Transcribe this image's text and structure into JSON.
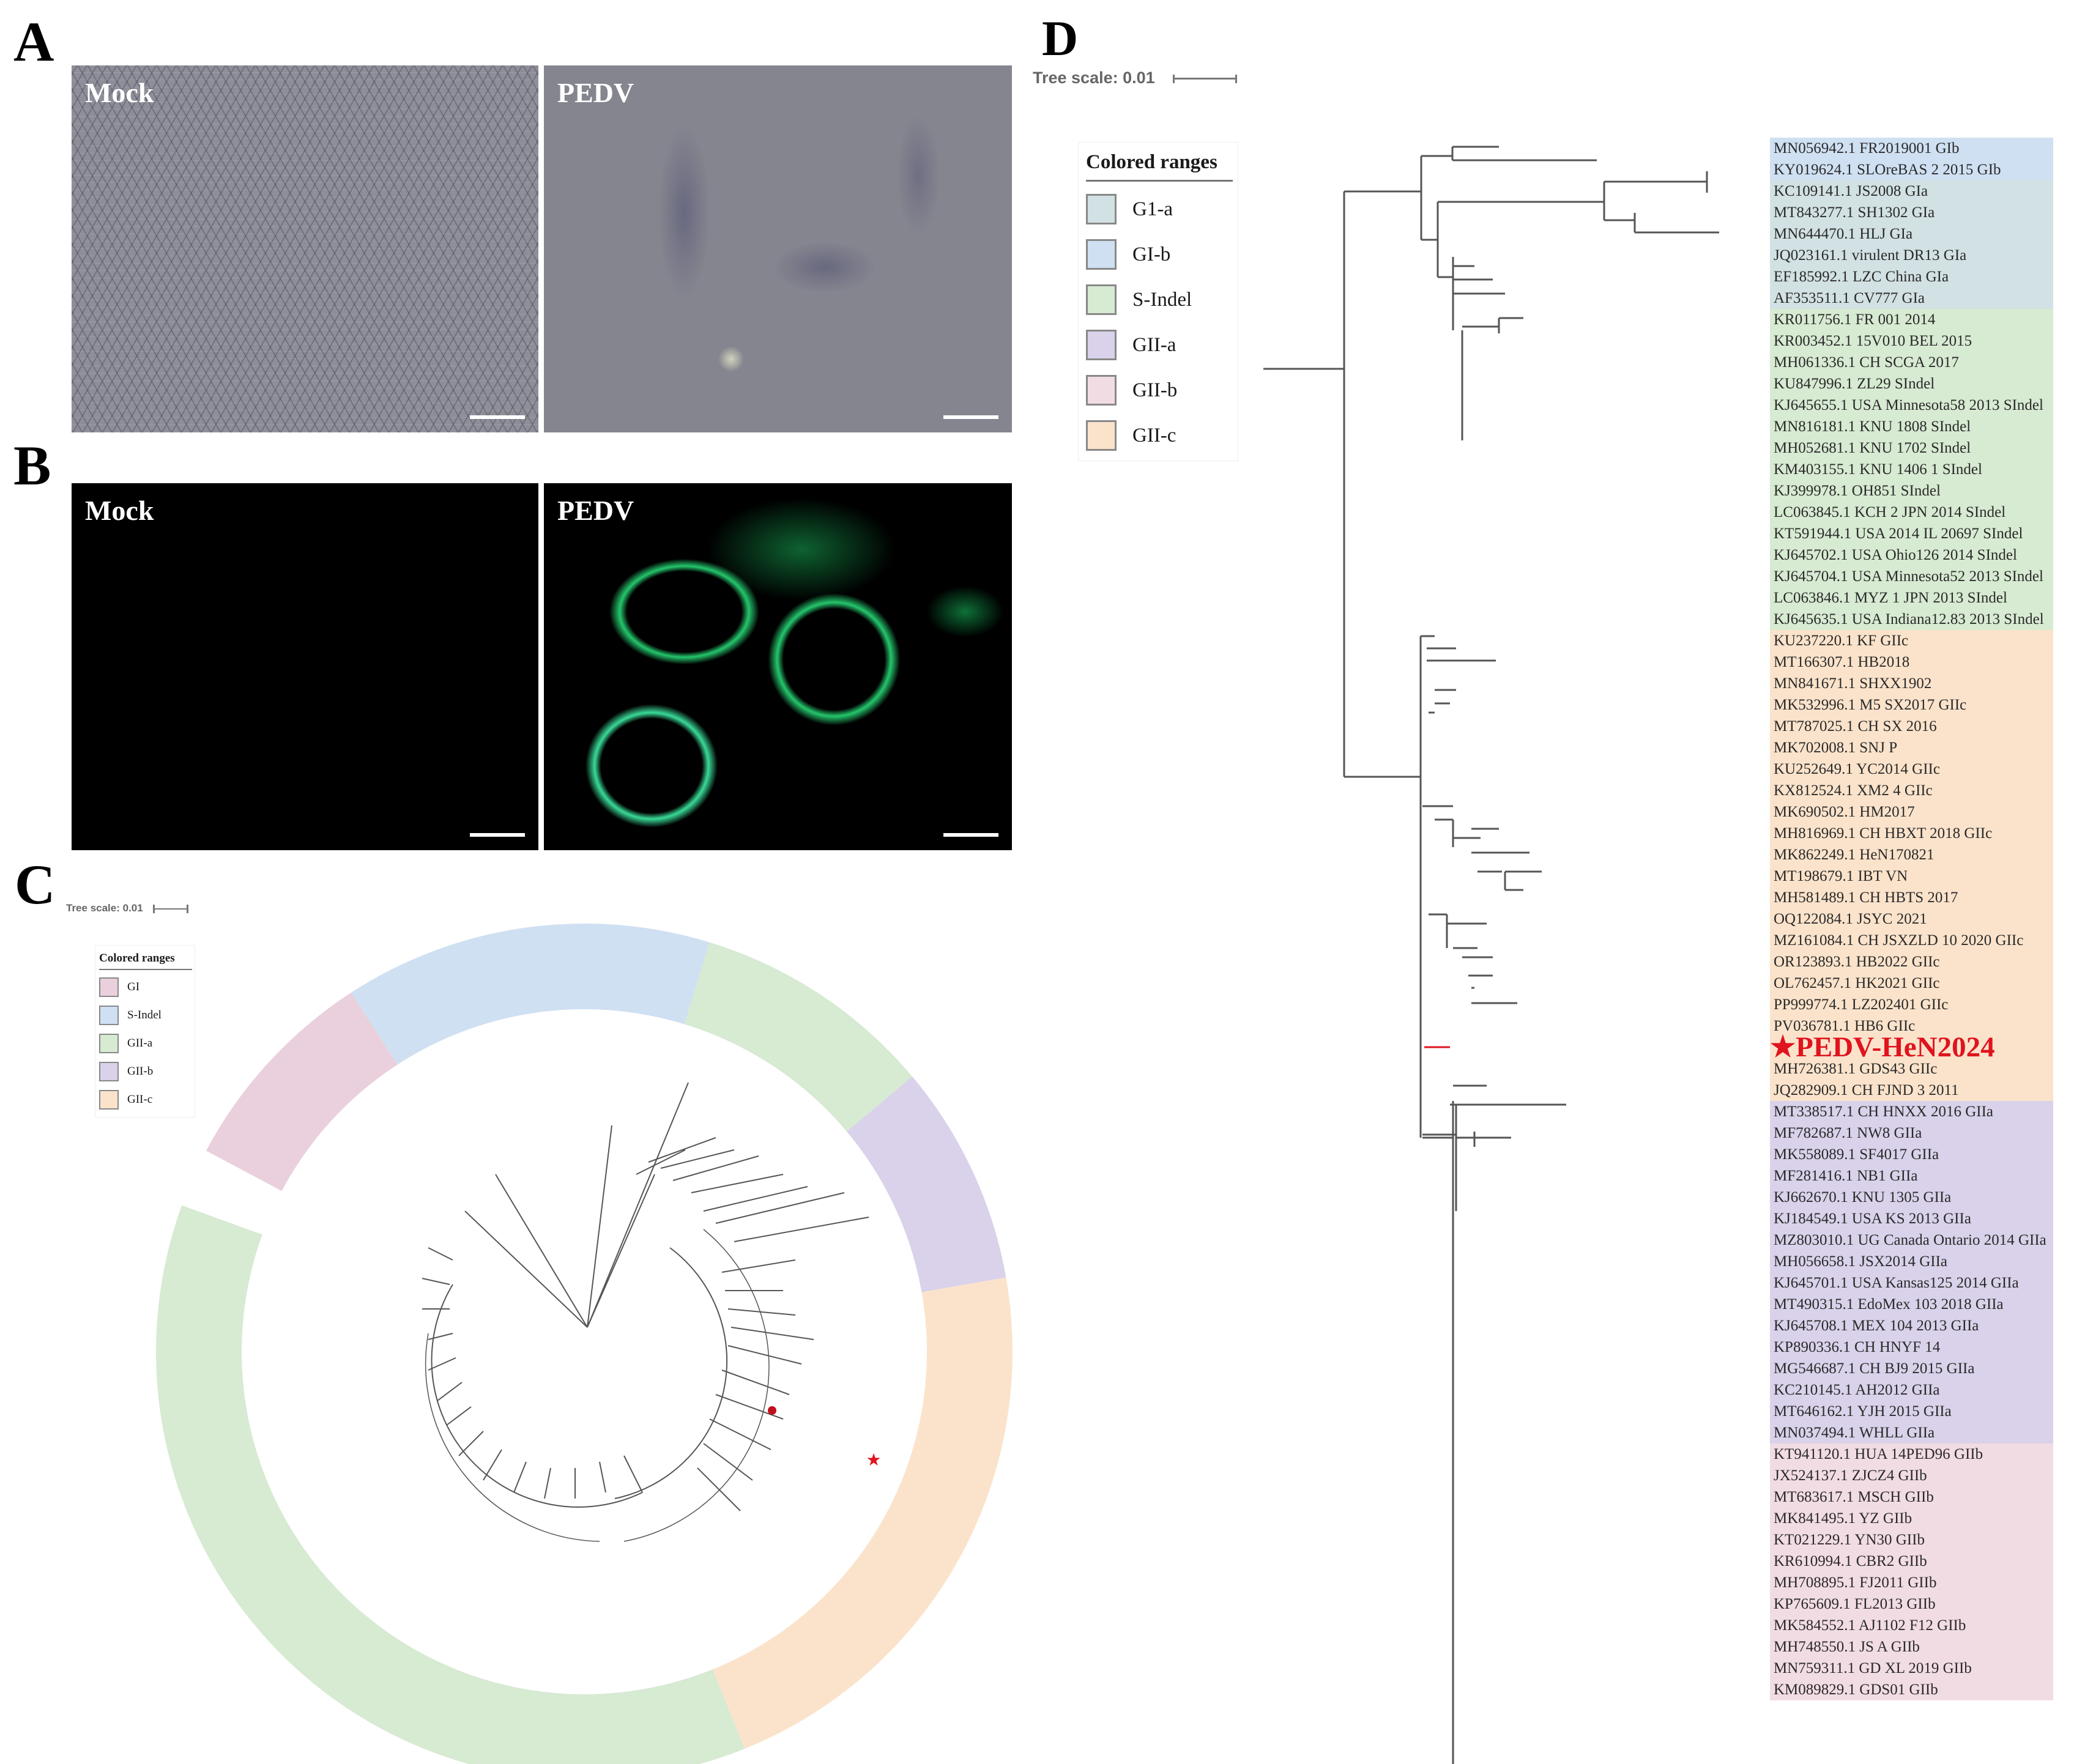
{
  "panels": {
    "A": {
      "letter": "A",
      "images": [
        {
          "label": "Mock",
          "type": "phase-contrast"
        },
        {
          "label": "PEDV",
          "type": "phase-contrast"
        }
      ]
    },
    "B": {
      "letter": "B",
      "images": [
        {
          "label": "Mock",
          "type": "immunofluorescence"
        },
        {
          "label": "PEDV",
          "type": "immunofluorescence"
        }
      ]
    },
    "C": {
      "letter": "C",
      "tree_scale": "Tree scale: 0.01",
      "legend": {
        "title": "Colored ranges",
        "items": [
          {
            "label": "GI",
            "color": "#ead0dc"
          },
          {
            "label": "S-Indel",
            "color": "#cfe0f2"
          },
          {
            "label": "GII-a",
            "color": "#d7ead2"
          },
          {
            "label": "GII-b",
            "color": "#d9d2ea"
          },
          {
            "label": "GII-c",
            "color": "#fbe3cb"
          }
        ]
      },
      "ring_segments": [
        {
          "group": "GI",
          "color": "#ead0dc",
          "start_deg": -62,
          "end_deg": -33
        },
        {
          "group": "S-Indel",
          "color": "#cfe0f2",
          "start_deg": -33,
          "end_deg": 17
        },
        {
          "group": "GII-a",
          "color": "#d7ead2",
          "start_deg": 17,
          "end_deg": 50
        },
        {
          "group": "GII-b",
          "color": "#d9d2ea",
          "start_deg": 50,
          "end_deg": 80
        },
        {
          "group": "GII-c",
          "color": "#fbe3cb",
          "start_deg": 80,
          "end_deg": 158
        },
        {
          "group": "GII-a",
          "color": "#d7ead2",
          "start_deg": 158,
          "end_deg": 290
        }
      ],
      "marker_colors": {
        "star": "#e0141e",
        "dot": "#c0101a"
      }
    },
    "D": {
      "letter": "D",
      "tree_scale": "Tree scale: 0.01",
      "legend": {
        "title": "Colored ranges",
        "items": [
          {
            "label": "G1-a",
            "color": "#d2e1e3"
          },
          {
            "label": "GI-b",
            "color": "#cfe0f2"
          },
          {
            "label": "S-Indel",
            "color": "#d7ead2"
          },
          {
            "label": "GII-a",
            "color": "#d9d2ea"
          },
          {
            "label": "GII-b",
            "color": "#f2dce4"
          },
          {
            "label": "GII-c",
            "color": "#fbe3cb"
          }
        ]
      },
      "bands": [
        {
          "group": "GI-b",
          "color": "#cfe0f2",
          "from": 0,
          "to": 1
        },
        {
          "group": "G1-a",
          "color": "#d2e1e3",
          "from": 2,
          "to": 7
        },
        {
          "group": "S-Indel",
          "color": "#d7ead2",
          "from": 8,
          "to": 22
        },
        {
          "group": "GII-c",
          "color": "#fbe3cb",
          "from": 23,
          "to": 45
        },
        {
          "group": "GII-a",
          "color": "#d9d2ea",
          "from": 46,
          "to": 61
        },
        {
          "group": "GII-b",
          "color": "#f2dce4",
          "from": 62,
          "to": 73
        }
      ],
      "leaves": [
        "MN056942.1 FR2019001 GIb",
        "KY019624.1 SLOreBAS 2 2015 GIb",
        "KC109141.1 JS2008 GIa",
        "MT843277.1 SH1302 GIa",
        "MN644470.1 HLJ GIa",
        "JQ023161.1 virulent DR13 GIa",
        "EF185992.1 LZC China GIa",
        "AF353511.1 CV777 GIa",
        "KR011756.1 FR 001 2014",
        "KR003452.1 15V010 BEL 2015",
        "MH061336.1 CH SCGA 2017",
        "KU847996.1 ZL29 SIndel",
        "KJ645655.1 USA Minnesota58 2013 SIndel",
        "MN816181.1 KNU 1808 SIndel",
        "MH052681.1 KNU 1702 SIndel",
        "KM403155.1 KNU 1406 1 SIndel",
        "KJ399978.1 OH851 SIndel",
        "LC063845.1 KCH 2 JPN 2014 SIndel",
        "KT591944.1 USA 2014 IL 20697 SIndel",
        "KJ645702.1 USA Ohio126 2014 SIndel",
        "KJ645704.1 USA Minnesota52 2013 SIndel",
        "LC063846.1 MYZ 1 JPN 2013 SIndel",
        "KJ645635.1 USA Indiana12.83 2013 SIndel",
        "KU237220.1 KF GIIc",
        "MT166307.1 HB2018",
        "MN841671.1 SHXX1902",
        "MK532996.1 M5 SX2017 GIIc",
        "MT787025.1 CH SX 2016",
        "MK702008.1 SNJ P",
        "KU252649.1 YC2014 GIIc",
        "KX812524.1 XM2 4 GIIc",
        "MK690502.1 HM2017",
        "MH816969.1 CH HBXT 2018 GIIc",
        "MK862249.1 HeN170821",
        "MT198679.1 IBT VN",
        "MH581489.1 CH HBTS 2017",
        "OQ122084.1 JSYC 2021",
        "MZ161084.1 CH JSXZLD 10 2020 GIIc",
        "OR123893.1 HB2022 GIIc",
        "OL762457.1 HK2021 GIIc",
        "PP999774.1 LZ202401 GIIc",
        "PV036781.1 HB6 GIIc",
        "★PEDV-HeN2024",
        "MH726381.1 GDS43 GIIc",
        "JQ282909.1 CH FJND 3 2011",
        "MT338517.1 CH HNXX 2016 GIIa",
        "MF782687.1 NW8 GIIa",
        "MK558089.1 SF4017 GIIa",
        "MF281416.1 NB1 GIIa",
        "KJ662670.1 KNU 1305 GIIa",
        "KJ184549.1 USA KS 2013 GIIa",
        "MZ803010.1 UG Canada Ontario 2014 GIIa",
        "MH056658.1 JSX2014 GIIa",
        "KJ645701.1 USA Kansas125 2014 GIIa",
        "MT490315.1 EdoMex 103 2018 GIIa",
        "KJ645708.1 MEX 104 2013 GIIa",
        "KP890336.1 CH HNYF 14",
        "MG546687.1 CH BJ9 2015 GIIa",
        "KC210145.1 AH2012 GIIa",
        "MT646162.1 YJH 2015 GIIa",
        "MN037494.1 WHLL GIIa",
        "KT941120.1 HUA 14PED96 GIIb",
        "JX524137.1 ZJCZ4 GIIb",
        "MT683617.1 MSCH GIIb",
        "MK841495.1 YZ GIIb",
        "KT021229.1 YN30 GIIb",
        "KR610994.1 CBR2 GIIb",
        "MH708895.1 FJ2011 GIIb",
        "KP765609.1 FL2013 GIIb",
        "MK584552.1 AJ1102 F12 GIIb",
        "MH748550.1 JS A GIIb",
        "MN759311.1 GD XL 2019 GIIb",
        "KM089829.1 GDS01 GIIb"
      ],
      "highlight_index": 42,
      "highlight_color": "#e0141e"
    }
  }
}
